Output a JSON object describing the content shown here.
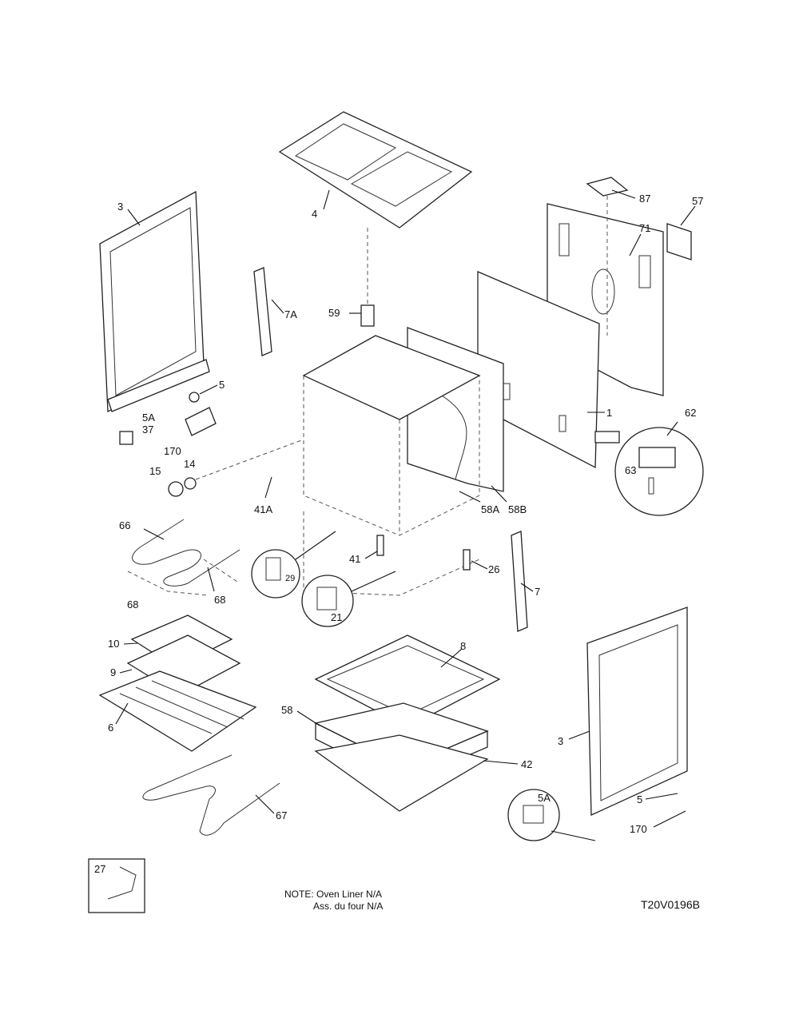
{
  "labels": [
    "3",
    "4",
    "87",
    "57",
    "71",
    "7A",
    "59",
    "5",
    "5A",
    "37",
    "170",
    "14",
    "15",
    "1",
    "62",
    "63",
    "41A",
    "58A",
    "58B",
    "66",
    "68",
    "68",
    "29",
    "41",
    "26",
    "7",
    "21",
    "10",
    "9",
    "8",
    "6",
    "58",
    "3",
    "42",
    "5A",
    "5",
    "170",
    "67",
    "27"
  ],
  "note": {
    "line1": "NOTE: Oven Liner N/A",
    "line2": "Ass. du four N/A"
  },
  "diagram_code": "T20V0196B"
}
